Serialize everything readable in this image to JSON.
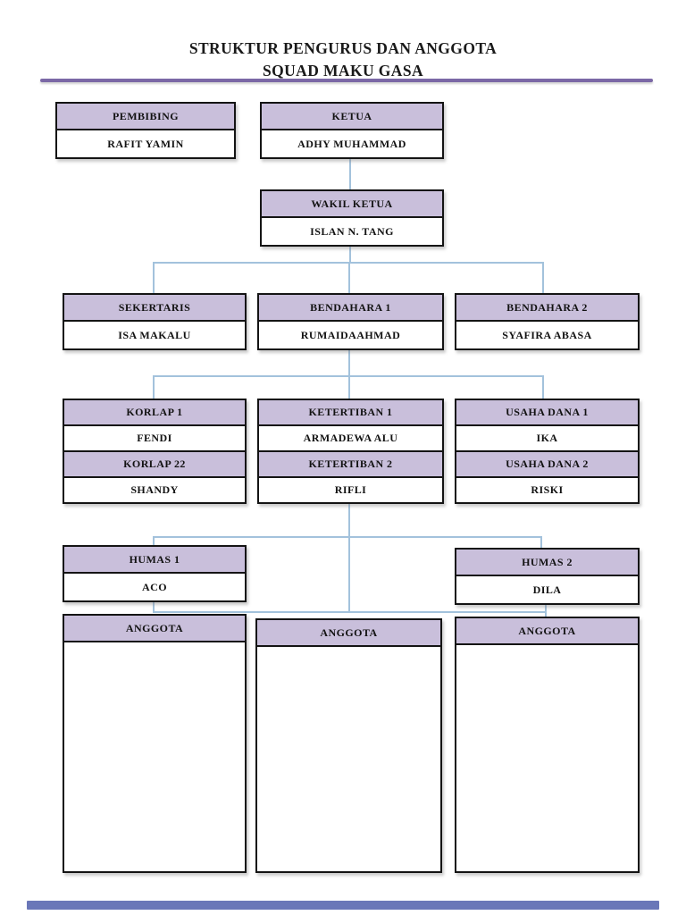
{
  "page": {
    "title_line1": "STRUKTUR PENGURUS DAN ANGGOTA",
    "title_line2": "SQUAD MAKU GASA"
  },
  "colors": {
    "header_fill": "#c9bfdb",
    "connector": "#a3c2dc",
    "divider": "#7b68a6",
    "border": "#141414",
    "footer_bar": "#6a77b8"
  },
  "org": {
    "pembibing": {
      "title": "PEMBIBING",
      "name": "RAFIT YAMIN"
    },
    "ketua": {
      "title": "KETUA",
      "name": "ADHY MUHAMMAD"
    },
    "wakil_ketua": {
      "title": "WAKIL KETUA",
      "name": "ISLAN N. TANG"
    },
    "sekertaris": {
      "title": "SEKERTARIS",
      "name": "ISA MAKALU"
    },
    "bendahara1": {
      "title": "BENDAHARA 1",
      "name": "RUMAIDAAHMAD"
    },
    "bendahara2": {
      "title": "BENDAHARA 2",
      "name": "SYAFIRA ABASA"
    },
    "korlap1": {
      "title": "KORLAP 1",
      "name": "FENDI"
    },
    "korlap2": {
      "title": "KORLAP  22",
      "name": "SHANDY"
    },
    "ketertiban1": {
      "title": "KETERTIBAN 1",
      "name": "ARMADEWA ALU"
    },
    "ketertiban2": {
      "title": "KETERTIBAN 2",
      "name": "RIFLI"
    },
    "usaha_dana1": {
      "title": "USAHA DANA 1",
      "name": "IKA"
    },
    "usaha_dana2": {
      "title": "USAHA DANA 2",
      "name": "RISKI"
    },
    "humas1": {
      "title": "HUMAS 1",
      "name": "ACO"
    },
    "humas2": {
      "title": "HUMAS 2",
      "name": "DILA"
    },
    "anggota1": {
      "title": "ANGGOTA"
    },
    "anggota2": {
      "title": "ANGGOTA"
    },
    "anggota3": {
      "title": "ANGGOTA"
    }
  }
}
